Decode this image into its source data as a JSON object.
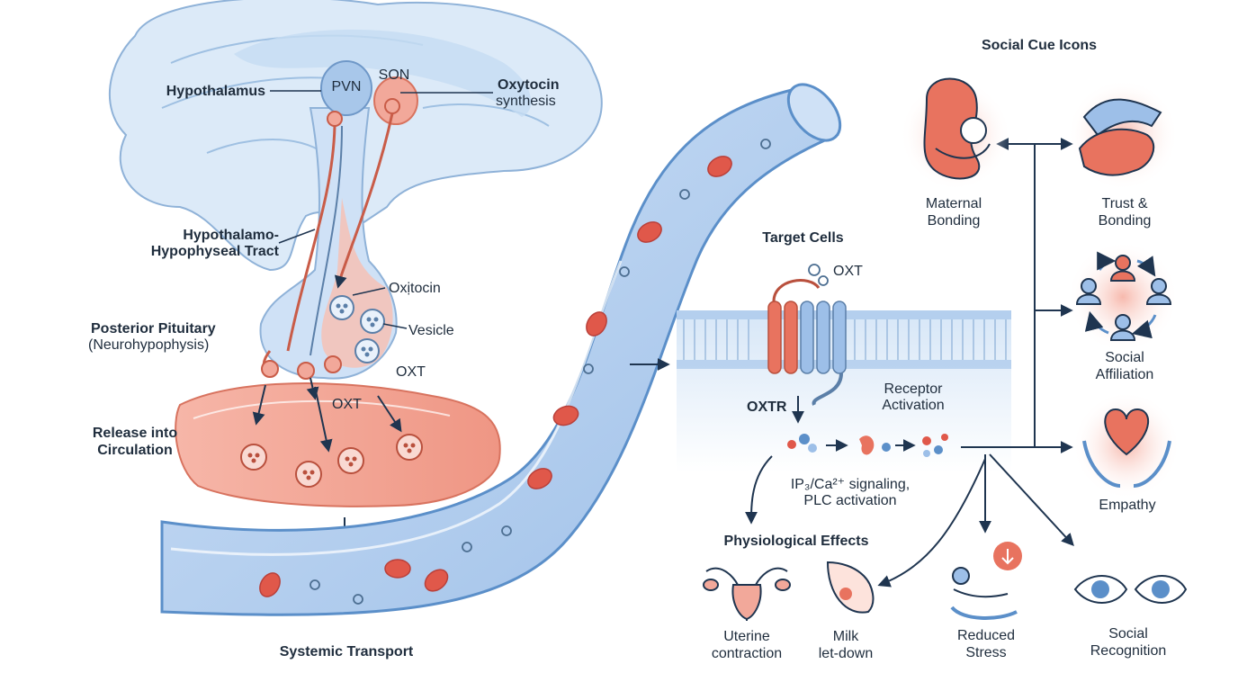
{
  "header": {
    "title": "Social Cue Icons"
  },
  "brain": {
    "hypothalamus": "Hypothalamus",
    "pvn": "PVN",
    "son": "SON",
    "synthesis_bold": "Oxytocin",
    "synthesis_rest": "synthesis",
    "tract_line1": "Hypothalamo-",
    "tract_line2": "Hypophyseal Tract",
    "pituitary_line1": "Posterior Pituitary",
    "pituitary_line2": "(Neurohypophysis)",
    "oxytocin_label": "Oxịtocin",
    "vesicle_label": "Vesicle",
    "oxt_right": "OXT",
    "oxt_lower": "OXT"
  },
  "circulation": {
    "release_line1": "Release into",
    "release_line2": "Circulation",
    "transport": "Systemic Transport"
  },
  "target": {
    "title": "Target Cells",
    "oxt": "OXT",
    "receptor": "OXTR",
    "activation_line1": "Receptor",
    "activation_line2": "Activation",
    "signal_line1": "IP₃/Ca²⁺ signaling,",
    "signal_line2": "PLC activation"
  },
  "effects": {
    "title": "Physiological Effects",
    "uterine_line1": "Uterine",
    "uterine_line2": "contraction",
    "milk_line1": "Milk",
    "milk_line2": "let-down",
    "stress_line1": "Reduced",
    "stress_line2": "Stress",
    "recognition_line1": "Social",
    "recognition_line2": "Recognition"
  },
  "social": {
    "maternal_line1": "Maternal",
    "maternal_line2": "Bonding",
    "trust_line1": "Trust &",
    "trust_line2": "Bonding",
    "affiliation_line1": "Social",
    "affiliation_line2": "Affiliation",
    "empathy": "Empathy"
  },
  "colors": {
    "brain_fill": "#dceaf8",
    "brain_stroke": "#8fb2d8",
    "vessel_blue": "#a9c8ec",
    "vessel_red": "#f2a89a",
    "rbc": "#e0584a",
    "accent_red": "#e8735f",
    "accent_blue": "#5b8fc9",
    "text": "#1f2d3d"
  }
}
